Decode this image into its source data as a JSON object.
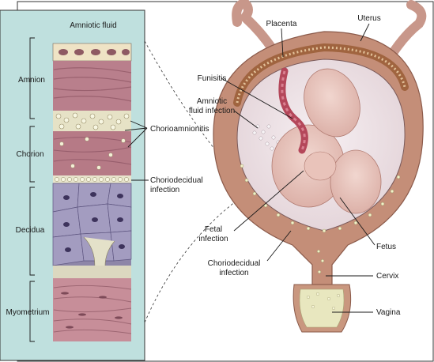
{
  "labels": {
    "amniotic_fluid": "Amniotic fluid",
    "amnion": "Amnion",
    "chorion": "Chorion",
    "decidua": "Decidua",
    "myometrium": "Myometrium",
    "chorioamnionitis": "Chorioamnionitis",
    "choriodecidual_line1": "Choriodecidual",
    "choriodecidual_line2": "infection",
    "placenta": "Placenta",
    "uterus": "Uterus",
    "funisitis": "Funisitis",
    "amniotic_infection_line1": "Amniotic",
    "amniotic_infection_line2": "fluid infection",
    "fetal_infection_line1": "Fetal",
    "fetal_infection_line2": "infection",
    "choriodecidual_lower_line1": "Choriodecidual",
    "choriodecidual_lower_line2": "infection",
    "fetus": "Fetus",
    "cervix": "Cervix",
    "vagina": "Vagina"
  },
  "colors": {
    "panel_background": "#bfe0de",
    "amnion_tissue": "#b97f8c",
    "chorion_tissue": "#b67a86",
    "decidua_tissue": "#8e86a8",
    "myometrium_tissue": "#c78e99",
    "uterine_wall": "#c48e78",
    "amniotic_cavity": "#efe6ea",
    "infection_dots": "#f2f0c8"
  }
}
